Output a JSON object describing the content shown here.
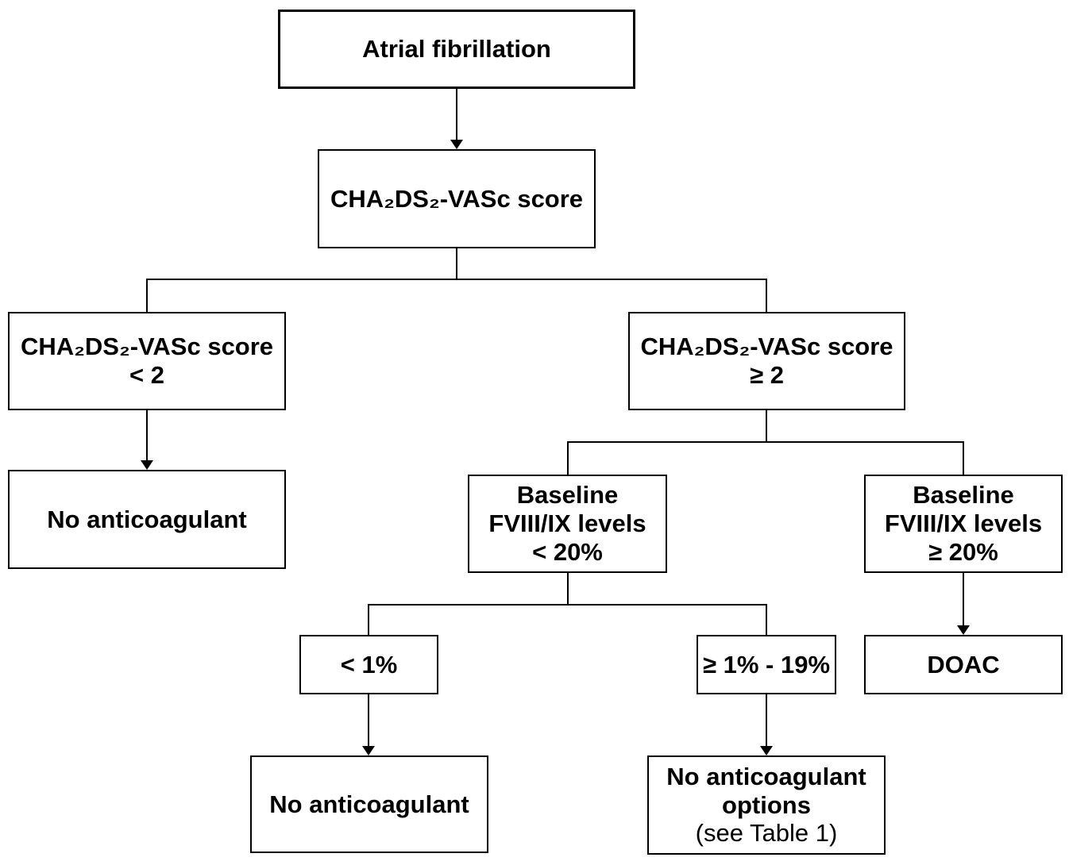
{
  "figure": {
    "background_color": "#ffffff",
    "line_color": "#000000",
    "text_color": "#000000"
  },
  "nodes": {
    "af": {
      "label": "Atrial fibrillation"
    },
    "score": {
      "label": "CHA₂DS₂-VASc score"
    },
    "score_lt2": {
      "line1": "CHA₂DS₂-VASc score",
      "line2": "< 2"
    },
    "score_ge2": {
      "line1": "CHA₂DS₂-VASc score",
      "line2": "≥ 2"
    },
    "no_anticoagulant_left": {
      "label": "No anticoagulant"
    },
    "baseline_lt20": {
      "line1": "Baseline",
      "line2": "FVIII/IX levels",
      "line3": "< 20%"
    },
    "baseline_ge20": {
      "line1": "Baseline",
      "line2": "FVIII/IX levels",
      "line3": "≥ 20%"
    },
    "lt1": {
      "label": "< 1%"
    },
    "ge1_19": {
      "label": "≥ 1% - 19%"
    },
    "doac": {
      "label": "DOAC"
    },
    "no_anticoagulant_bottom": {
      "label": "No anticoagulant"
    },
    "no_anticoagulant_options": {
      "line1": "No anticoagulant",
      "line2": "options",
      "line3": "(see Table 1)"
    }
  }
}
